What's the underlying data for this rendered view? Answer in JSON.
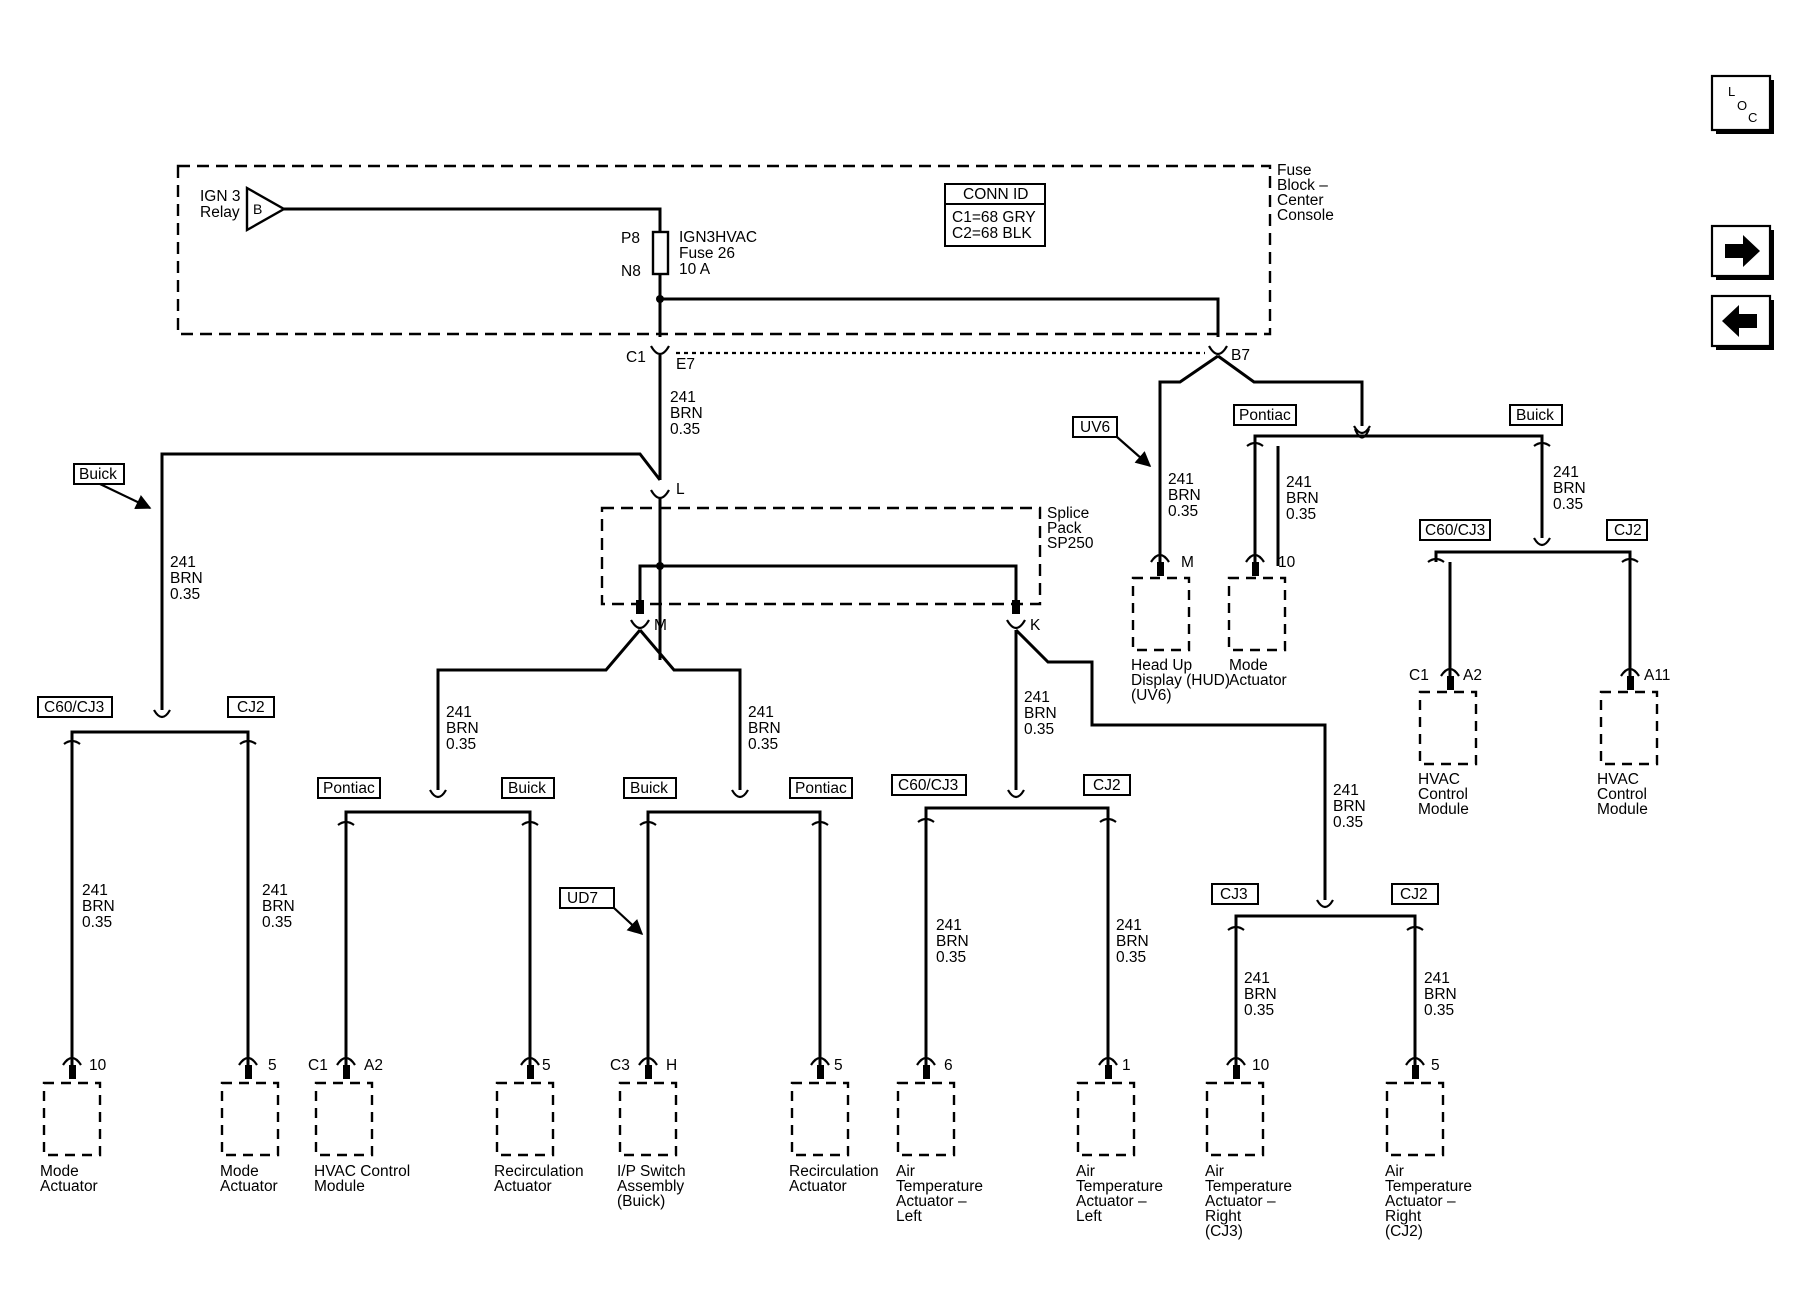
{
  "nav": {
    "loc_l": "L",
    "loc_o": "O",
    "loc_c": "C"
  },
  "fuse_block": {
    "l1": "Fuse",
    "l2": "Block –",
    "l3": "Center",
    "l4": "Console"
  },
  "relay": {
    "l1": "IGN 3",
    "l2": "Relay",
    "pin": "B"
  },
  "fuse": {
    "pin_top": "P8",
    "pin_bottom": "N8",
    "name": "IGN3HVAC",
    "number": "Fuse 26",
    "rating": "10 A"
  },
  "conn_id": {
    "title": "CONN ID",
    "c1": "C1=68 GRY",
    "c2": "C2=68 BLK"
  },
  "connectors": {
    "c1": "C1",
    "e7": "E7",
    "b7": "B7",
    "l": "L",
    "m": "M",
    "k": "K"
  },
  "splice": {
    "l1": "Splice",
    "l2": "Pack",
    "l3": "SP250"
  },
  "wire": {
    "circuit": "241",
    "color": "BRN",
    "size": "0.35"
  },
  "options": {
    "buick": "Buick",
    "pontiac": "Pontiac",
    "c60cj3": "C60/CJ3",
    "cj2": "CJ2",
    "cj3": "CJ3",
    "uv6": "UV6",
    "ud7": "UD7"
  },
  "pins": {
    "hud": "M",
    "mode_top": "10",
    "hvac_c1": "C1",
    "hvac_a2": "A2",
    "hvac_a11": "A11",
    "mode1": "10",
    "mode2": "5",
    "hvac_b_c1": "C1",
    "hvac_b_a2": "A2",
    "recirc1": "5",
    "ip_c3": "C3",
    "ip_h": "H",
    "recirc2": "5",
    "atl1": "6",
    "atl2": "1",
    "atr1": "10",
    "atr2": "5"
  },
  "components": {
    "hud": [
      "Head Up",
      "Display (HUD)",
      "(UV6)"
    ],
    "mode_top": [
      "Mode",
      "Actuator"
    ],
    "hvac_top1": [
      "HVAC",
      "Control",
      "Module"
    ],
    "hvac_top2": [
      "HVAC",
      "Control",
      "Module"
    ],
    "mode1": [
      "Mode",
      "Actuator"
    ],
    "mode2": [
      "Mode",
      "Actuator"
    ],
    "hvac_bottom": [
      "HVAC Control",
      "Module"
    ],
    "recirc1": [
      "Recirculation",
      "Actuator"
    ],
    "ip_switch": [
      "I/P Switch",
      "Assembly",
      "(Buick)"
    ],
    "recirc2": [
      "Recirculation",
      "Actuator"
    ],
    "atl1": [
      "Air",
      "Temperature",
      "Actuator –",
      "Left"
    ],
    "atl2": [
      "Air",
      "Temperature",
      "Actuator –",
      "Left"
    ],
    "atr1": [
      "Air",
      "Temperature",
      "Actuator –",
      "Right",
      "(CJ3)"
    ],
    "atr2": [
      "Air",
      "Temperature",
      "Actuator –",
      "Right",
      "(CJ2)"
    ]
  }
}
